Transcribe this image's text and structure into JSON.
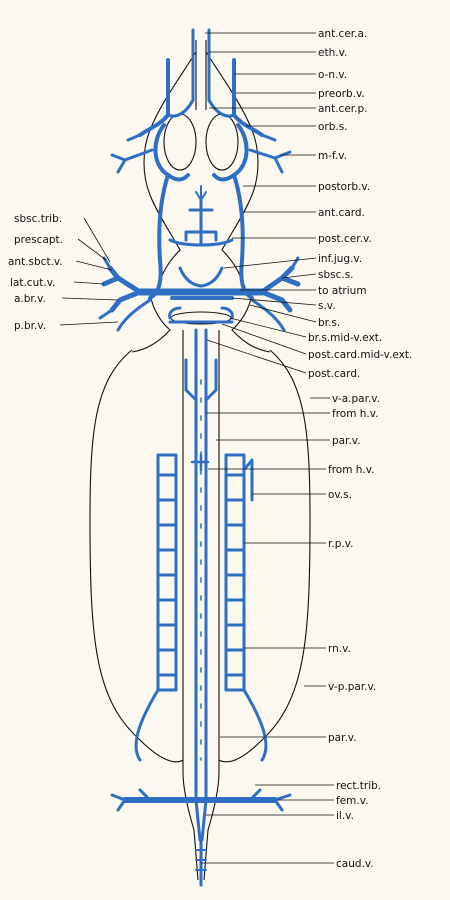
{
  "figure": {
    "background": "#fbf8ef",
    "vessel_color": "#2e6fc4",
    "outline_color": "#111111"
  },
  "labels_right": [
    {
      "id": "ant-cer-a",
      "text": "ant.cer.a."
    },
    {
      "id": "eth-v",
      "text": "eth.v."
    },
    {
      "id": "o-n-v",
      "text": "o-n.v."
    },
    {
      "id": "preorb-v",
      "text": "preorb.v."
    },
    {
      "id": "ant-cer-p",
      "text": "ant.cer.p."
    },
    {
      "id": "orb-s",
      "text": "orb.s."
    },
    {
      "id": "m-f-v",
      "text": "m-f.v."
    },
    {
      "id": "postorb-v",
      "text": "postorb.v."
    },
    {
      "id": "ant-card",
      "text": "ant.card."
    },
    {
      "id": "post-cer-v",
      "text": "post.cer.v."
    },
    {
      "id": "inf-jug-v",
      "text": "inf.jug.v."
    },
    {
      "id": "sbsc-s",
      "text": "sbsc.s."
    },
    {
      "id": "to-atrium",
      "text": "to atrium"
    },
    {
      "id": "s-v",
      "text": "s.v."
    },
    {
      "id": "br-s",
      "text": "br.s."
    },
    {
      "id": "br-s-mid-v-ext",
      "text": "br.s.mid-v.ext."
    },
    {
      "id": "post-card-mid-v-ext",
      "text": "post.card.mid-v.ext."
    },
    {
      "id": "post-card",
      "text": "post.card."
    },
    {
      "id": "v-a-par-v",
      "text": "v-a.par.v."
    },
    {
      "id": "from-h-v-1",
      "text": "from h.v."
    },
    {
      "id": "par-v-1",
      "text": "par.v."
    },
    {
      "id": "from-h-v-2",
      "text": "from h.v."
    },
    {
      "id": "ov-s",
      "text": "ov.s."
    },
    {
      "id": "r-p-v",
      "text": "r.p.v."
    },
    {
      "id": "rn-v",
      "text": "rn.v."
    },
    {
      "id": "v-p-par-v",
      "text": "v-p.par.v."
    },
    {
      "id": "par-v-2",
      "text": "par.v."
    },
    {
      "id": "rect-trib",
      "text": "rect.trib."
    },
    {
      "id": "fem-v",
      "text": "fem.v."
    },
    {
      "id": "il-v",
      "text": "il.v."
    },
    {
      "id": "caud-v",
      "text": "caud.v."
    }
  ],
  "labels_left": [
    {
      "id": "sbsc-trib",
      "text": "sbsc.trib."
    },
    {
      "id": "prescapt",
      "text": "prescapt."
    },
    {
      "id": "ant-sbct-v",
      "text": "ant.sbct.v."
    },
    {
      "id": "lat-cut-v",
      "text": "lat.cut.v."
    },
    {
      "id": "a-br-v",
      "text": "a.br.v."
    },
    {
      "id": "p-br-v",
      "text": "p.br.v."
    }
  ]
}
